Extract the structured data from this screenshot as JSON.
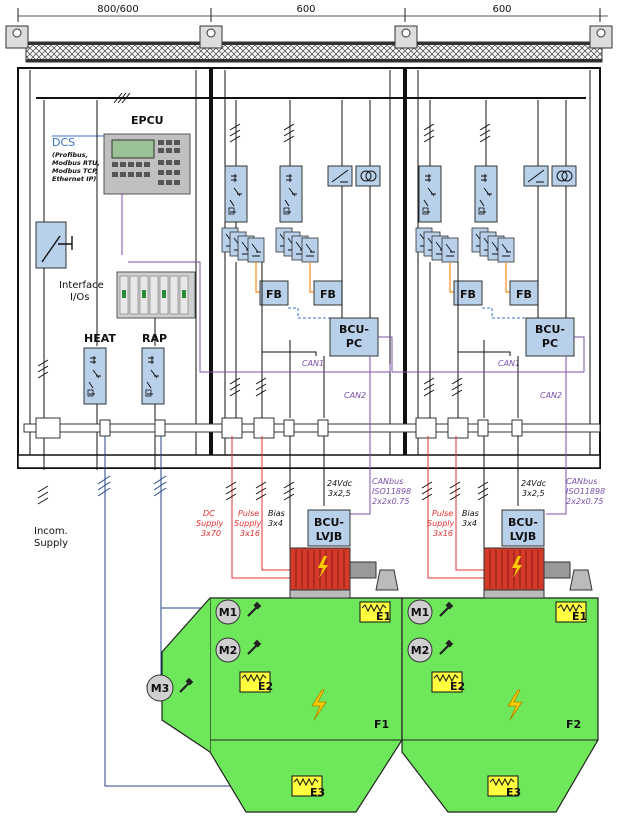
{
  "dimensions": {
    "width_1": "800/600",
    "width_2": "600",
    "width_3": "600"
  },
  "epcu": {
    "title": "EPCU",
    "dcs_label": "DCS",
    "dcs_protocols": [
      "(Profibus,",
      "Modbus RTU,",
      "Modbus TCP,",
      "Ethernet IP)"
    ]
  },
  "interface": {
    "line1": "Interface",
    "line2": "I/Os"
  },
  "starters": {
    "heat": "HEAT",
    "rap": "RAP"
  },
  "incomer": {
    "line1": "Incom.",
    "line2": "Supply"
  },
  "cabinet": {
    "fb": "FB",
    "bcu_pc_1": "BCU-",
    "bcu_pc_2": "PC",
    "can1": "CAN1",
    "can2": "CAN2"
  },
  "cables": {
    "dc_1": "DC",
    "dc_2": "Supply",
    "dc_3": "3x70",
    "pulse_1": "Pulse",
    "pulse_2": "Supply",
    "pulse_3": "3x16",
    "bias_1": "Bias",
    "bias_2": "3x4",
    "v24_1": "24Vdc",
    "v24_2": "3x2,5",
    "canbus_1": "CANbus",
    "canbus_2": "ISO11898",
    "canbus_3": "2x2x0.75"
  },
  "lvjb": {
    "line1": "BCU-",
    "line2": "LVJB"
  },
  "field": {
    "f1": "F1",
    "f2": "F2",
    "m1": "M1",
    "m2": "M2",
    "m3": "M3",
    "e1": "E1",
    "e2": "E2",
    "e3": "E3"
  },
  "colors": {
    "module_fill": "#b9d0ea",
    "can_line": "#7b4fa8",
    "power_line": "#e53030",
    "field_green": "#6ee85a",
    "transformer_red": "#d43a2a",
    "heater_yellow": "#ffff40"
  }
}
